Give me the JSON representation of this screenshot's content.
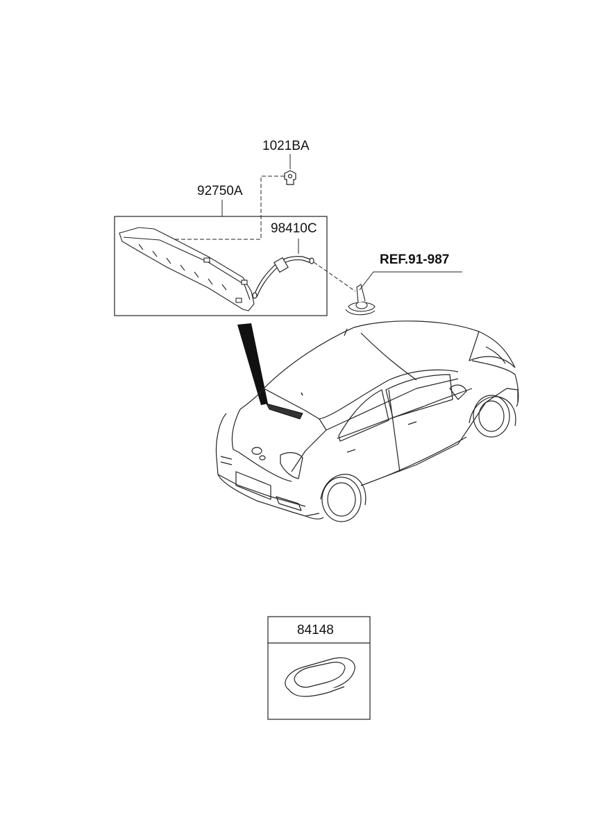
{
  "diagram": {
    "callouts": {
      "bolt": "1021BA",
      "stop_lamp": "92750A",
      "hose": "98410C",
      "reference": "REF.91-987"
    },
    "inset": {
      "part_number": "84148"
    }
  }
}
